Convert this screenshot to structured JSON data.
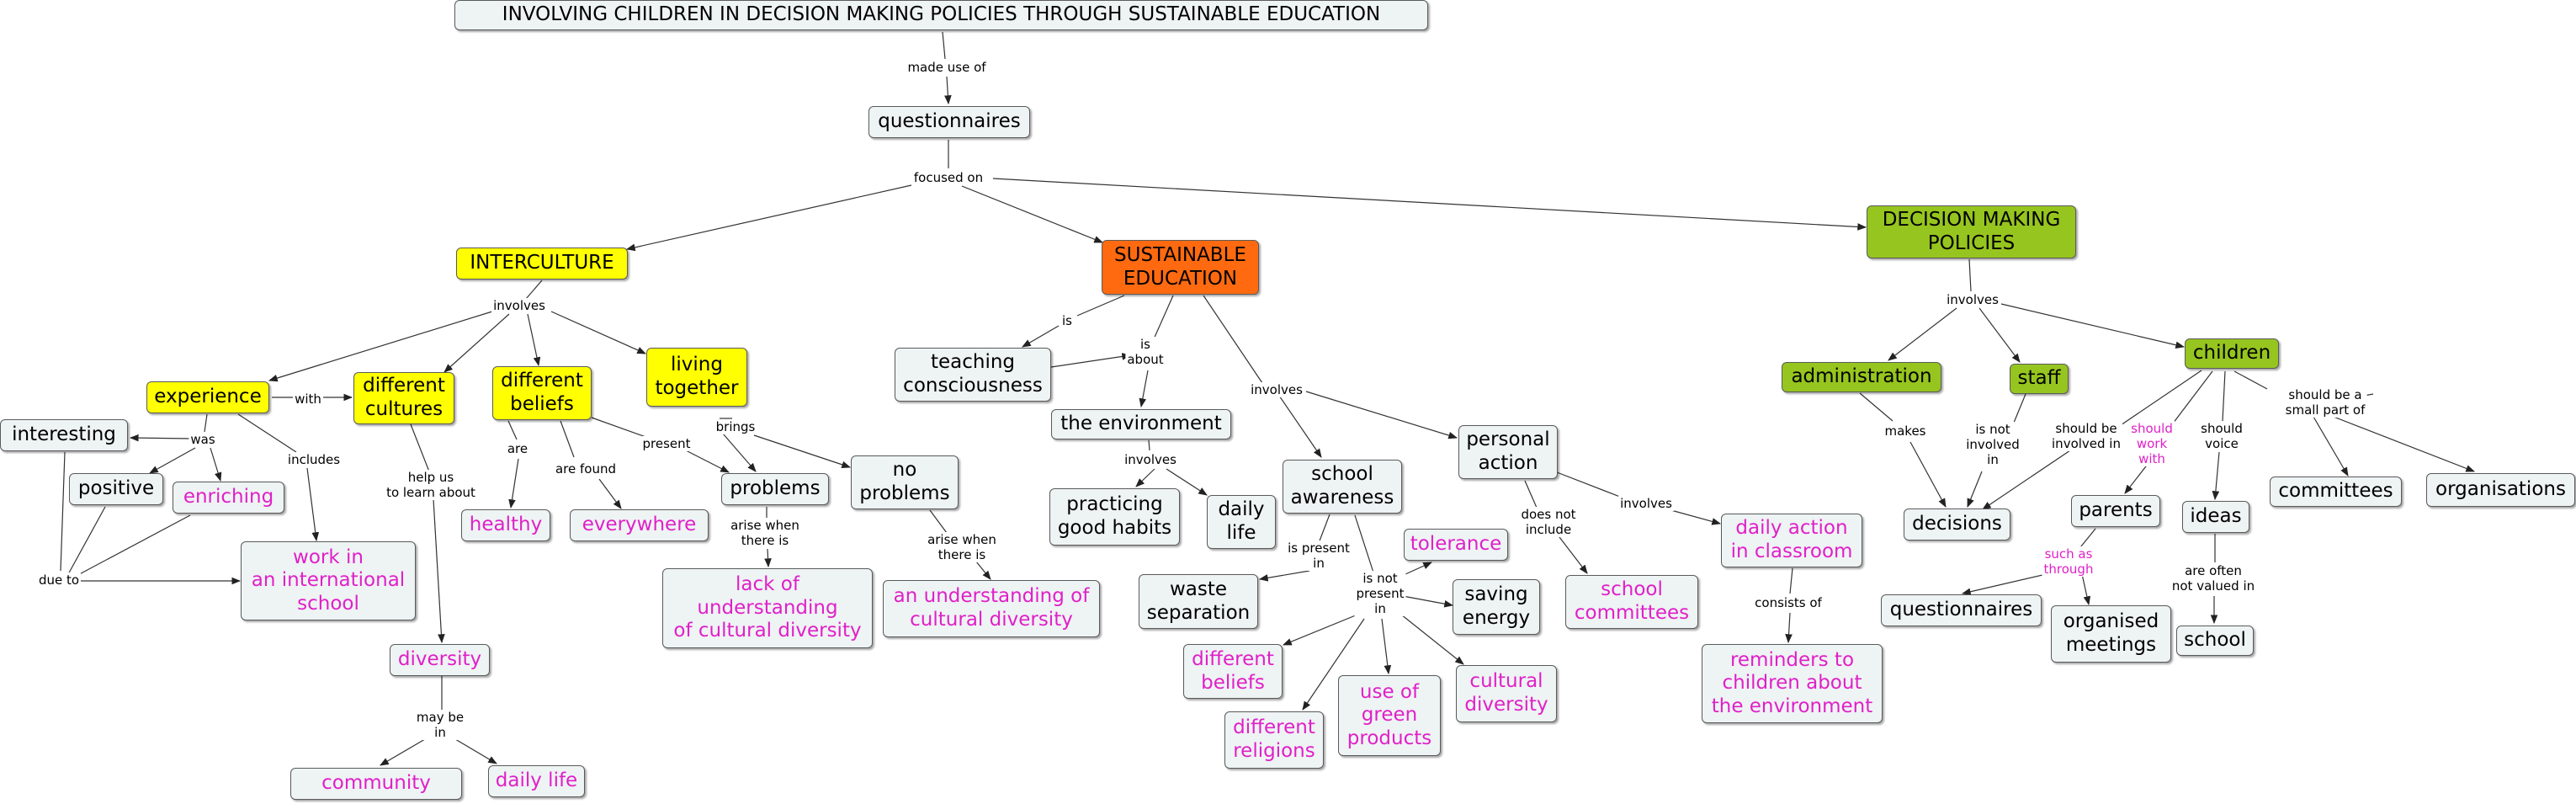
{
  "nodes": {
    "title": "INVOLVING CHILDREN IN DECISION MAKING POLICIES THROUGH SUSTAINABLE EDUCATION",
    "questionnaires_top": "questionnaires",
    "interculture": "INTERCULTURE",
    "sustainable_education": "SUSTAINABLE\nEDUCATION",
    "decision_making_policies": "DECISION MAKING\nPOLICIES",
    "experience": "experience",
    "different_cultures": "different\ncultures",
    "different_beliefs_yellow": "different\nbeliefs",
    "living_together": "living\ntogether",
    "interesting": "interesting",
    "positive": "positive",
    "enriching": "enriching",
    "work_international_school": "work in\nan international\nschool",
    "healthy": "healthy",
    "everywhere": "everywhere",
    "problems": "problems",
    "no_problems": "no\nproblems",
    "lack_of_understanding": "lack of\nunderstanding\nof cultural diversity",
    "understanding_cultural_diversity": "an understanding of\ncultural diversity",
    "diversity": "diversity",
    "community": "community",
    "daily_life_bottom": "daily life",
    "teaching_consciousness": "teaching\nconsciousness",
    "the_environment": "the environment",
    "practicing_good_habits": "practicing\ngood habits",
    "daily_life_env": "daily\nlife",
    "school_awareness": "school\nawareness",
    "personal_action": "personal\naction",
    "tolerance": "tolerance",
    "waste_separation": "waste\nseparation",
    "saving_energy": "saving\nenergy",
    "different_beliefs_pink": "different\nbeliefs",
    "different_religions": "different\nreligions",
    "use_green_products": "use of\ngreen\nproducts",
    "cultural_diversity": "cultural\ndiversity",
    "school_committees": "school\ncommittees",
    "daily_action_classroom": "daily action\nin classroom",
    "reminders": "reminders to\nchildren about\nthe environment",
    "administration": "administration",
    "staff": "staff",
    "children": "children",
    "decisions": "decisions",
    "parents": "parents",
    "questionnaires_right": "questionnaires",
    "organised_meetings": "organised\nmeetings",
    "ideas": "ideas",
    "school": "school",
    "committees": "committees",
    "organisations": "organisations"
  },
  "links": {
    "made_use_of": "made use of",
    "focused_on": "focused on",
    "involves_interculture": "involves",
    "with": "with",
    "was": "was",
    "includes": "includes",
    "due_to": "due to",
    "are": "are",
    "are_found": "are found",
    "present": "present",
    "brings": "brings",
    "arise_when_lack": "arise when\nthere is",
    "arise_when_understanding": "arise when\nthere is",
    "help_us_learn": "help us\nto learn about",
    "may_be_in": "may be\nin",
    "is": "is",
    "is_about": "is\nabout",
    "involves_env": "involves",
    "involves_sustainable": "involves",
    "is_present_in": "is present\nin",
    "is_not_present_in": "is not\npresent\nin",
    "does_not_include": "does not\ninclude",
    "involves_personal": "involves",
    "consists_of": "consists of",
    "involves_policies": "involves",
    "makes": "makes",
    "is_not_involved_in": "is not\ninvolved\nin",
    "should_be_involved_in": "should be\ninvolved in",
    "should_work_with": "should\nwork\nwith",
    "should_voice": "should\nvoice",
    "should_be_small_part_of": "should be a\nsmall part of",
    "such_as_through": "such as\nthrough",
    "are_often_not_valued_in": "are often\nnot valued in"
  },
  "colors": {
    "node_fill": "#eef3f4",
    "yellow": "#ffff00",
    "orange": "#ff6a10",
    "green": "#96c51f",
    "pink_text": "#e020c8"
  }
}
